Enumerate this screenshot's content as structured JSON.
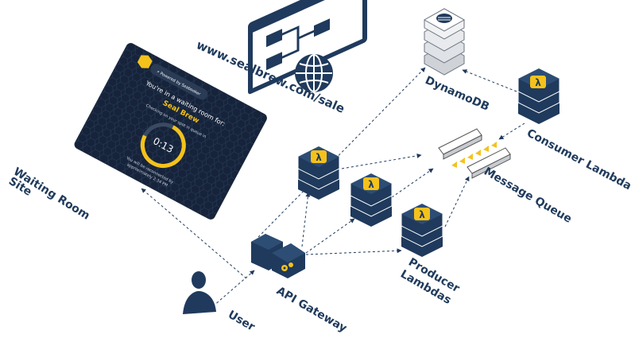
{
  "labels": {
    "website_url": "www.sealbrew.com/sale",
    "dynamodb": "DynamoDB",
    "consumer_lambda": "Consumer Lambda",
    "message_queue": "Message Queue",
    "producer_lambdas_line1": "Producer",
    "producer_lambdas_line2": "Lambdas",
    "api_gateway": "API Gateway",
    "user": "User",
    "waiting_room_line1": "Waiting Room",
    "waiting_room_line2": "Site"
  },
  "waiting_room_screen": {
    "powered_by": "⚡ Powered by Seabooker",
    "waiting_line": "You're in a waiting room for:",
    "brand": "Seal Brew",
    "checking": "Checking on your spot in queue in",
    "countdown": "0:13",
    "reconnect_line1": "You will be reconnected by",
    "reconnect_line2": "approximately 2:34 PM"
  },
  "icons": {
    "lambda_glyph": "λ"
  },
  "colors": {
    "navy": "#1f3a5c",
    "accent": "#f5c21b",
    "screen_bg": "#16233a"
  }
}
